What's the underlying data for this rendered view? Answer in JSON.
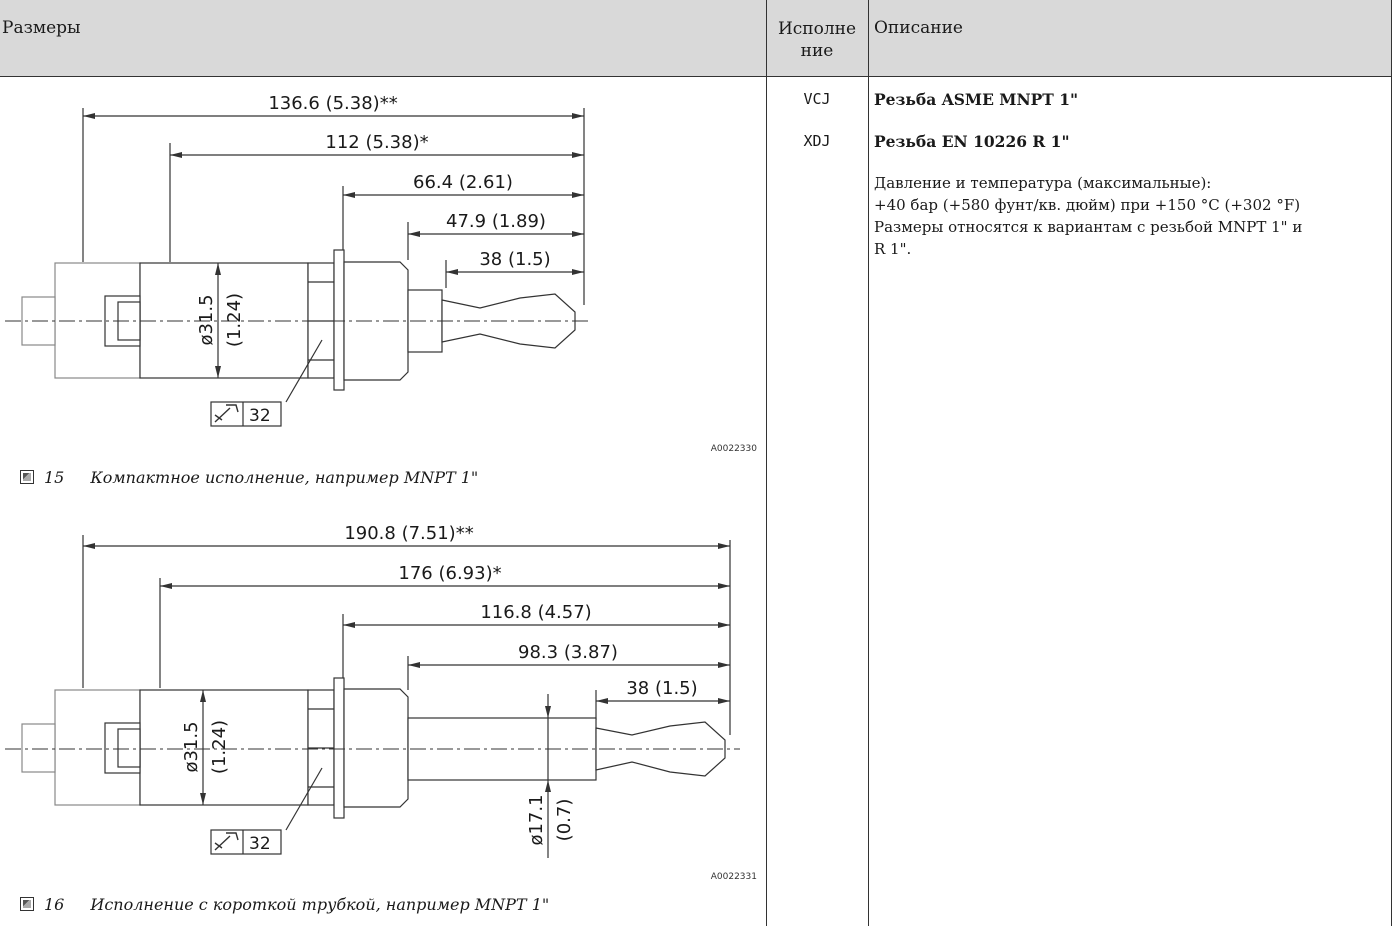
{
  "header": {
    "col1": "Размеры",
    "col2_line1": "Исполне",
    "col2_line2": "ние",
    "col3": "Описание"
  },
  "rows": [
    {
      "code": "VCJ",
      "title": "Резьба ASME MNPT 1\""
    },
    {
      "code": "XDJ",
      "title": "Резьба EN 10226 R 1\""
    }
  ],
  "description": {
    "line1": "Давление и температура (максимальные):",
    "line2": "+40 бар (+580 фунт/кв. дюйм) при +150 °C (+302 °F)",
    "line3": "Размеры относятся к вариантам с резьбой MNPT 1\" и",
    "line4": "R 1\"."
  },
  "figure15": {
    "fig_label": "15",
    "caption": "Компактное исполнение, например MNPT 1\"",
    "drawing_id": "A0022330",
    "dim_total": "136.6 (5.38)**",
    "dim_body": "112 (5.38)*",
    "dim_a": "66.4 (2.61)",
    "dim_b": "47.9 (1.89)",
    "dim_fork": "38 (1.5)",
    "dia_1": "ø31.5",
    "dia_2": "(1.24)",
    "wrench": "32"
  },
  "figure16": {
    "fig_label": "16",
    "caption": "Исполнение с короткой трубкой, например MNPT 1\"",
    "drawing_id": "A0022331",
    "dim_total": "190.8 (7.51)**",
    "dim_body": "176 (6.93)*",
    "dim_a": "116.8 (4.57)",
    "dim_b": "98.3 (3.87)",
    "dim_fork": "38 (1.5)",
    "dia_1": "ø31.5",
    "dia_2": "(1.24)",
    "tube_dia_1": "ø17.1",
    "tube_dia_2": "(0.7)",
    "wrench": "32"
  }
}
